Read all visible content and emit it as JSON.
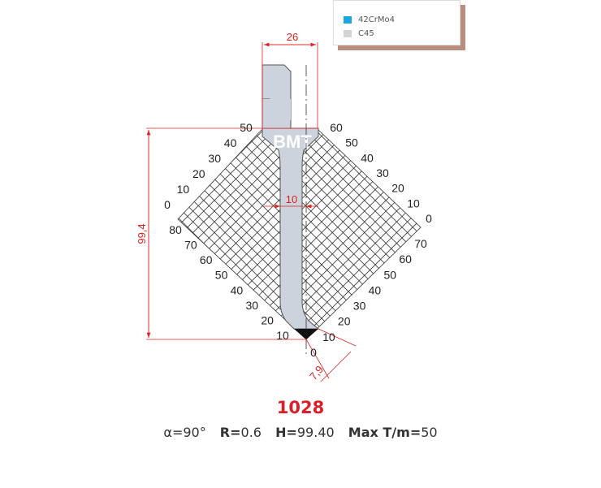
{
  "legend": {
    "items": [
      {
        "label": "42CrMo4",
        "color": "#1aa7e0"
      },
      {
        "label": "C45",
        "color": "#d3d3d3"
      }
    ]
  },
  "dimensions": {
    "width": "26",
    "height": "99,4",
    "shank": "10",
    "tip": "7,9"
  },
  "brand": "BMT",
  "scales": {
    "left_upper": [
      "50",
      "40",
      "30",
      "20",
      "10",
      "0"
    ],
    "left_lower": [
      "80",
      "70",
      "60",
      "50",
      "40",
      "30",
      "20",
      "10"
    ],
    "right_upper": [
      "60",
      "50",
      "40",
      "30",
      "20",
      "10",
      "0"
    ],
    "right_lower": [
      "70",
      "60",
      "50",
      "40",
      "30",
      "20",
      "10",
      "0"
    ]
  },
  "title": "1028",
  "params": {
    "angle_label": "α=",
    "angle": "90°",
    "radius_label": "R=",
    "radius": "0.6",
    "height_label": "H=",
    "height": "99.40",
    "max_label": "Max T/m=",
    "max": "50"
  },
  "colors": {
    "accent": "#d9202a",
    "punch": "#ccd3dc"
  }
}
